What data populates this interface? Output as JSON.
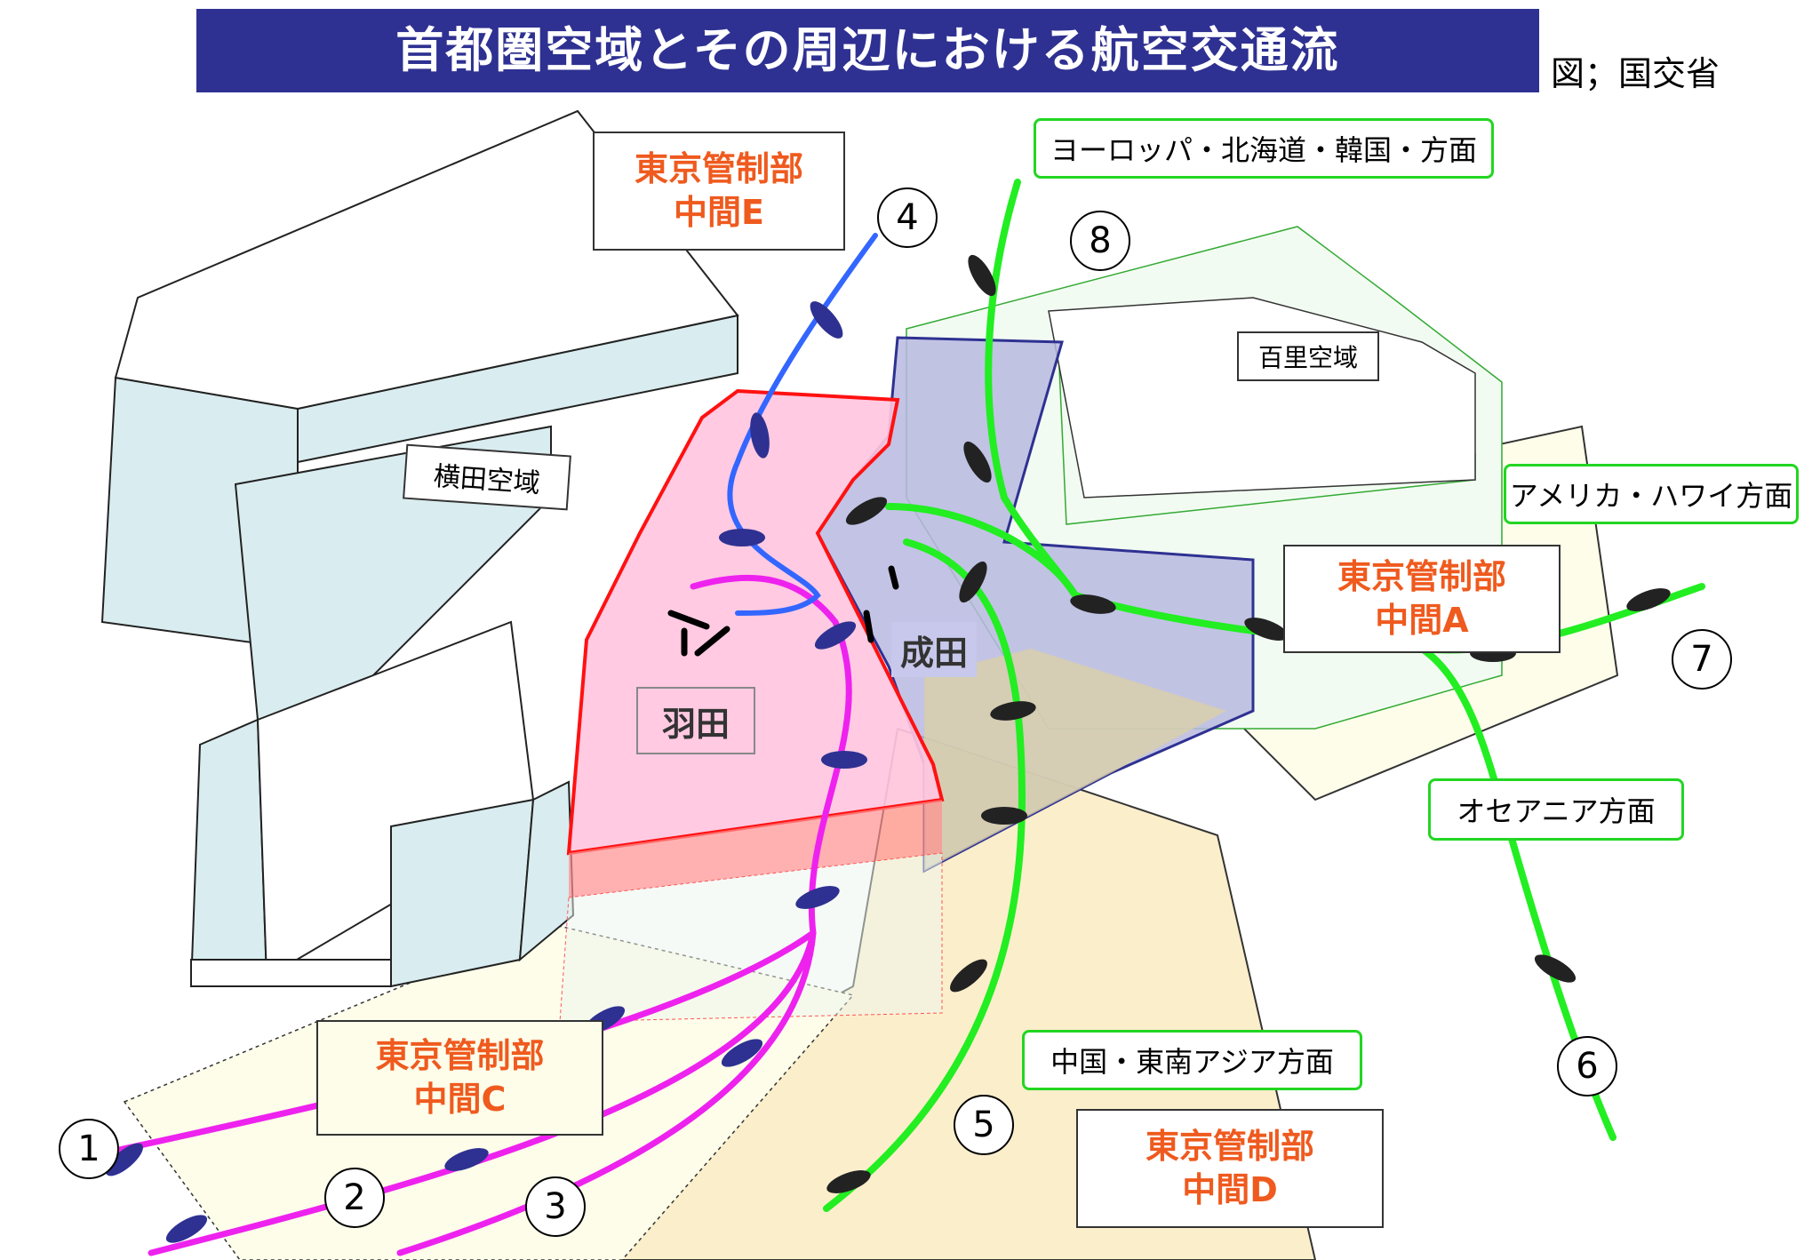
{
  "title": "首都圏空域とその周辺における航空交通流",
  "source": "図；国交省",
  "airspaces": {
    "yokota": "横田空域",
    "hyakuri": "百里空域"
  },
  "airports": {
    "haneda": "羽田",
    "narita": "成田"
  },
  "control_sectors": {
    "e": {
      "line1": "東京管制部",
      "line2": "中間E"
    },
    "a": {
      "line1": "東京管制部",
      "line2": "中間A"
    },
    "c": {
      "line1": "東京管制部",
      "line2": "中間C"
    },
    "d": {
      "line1": "東京管制部",
      "line2": "中間D"
    }
  },
  "directions": {
    "europe": "ヨーロッパ・北海道・韓国・方面",
    "america": "アメリカ・ハワイ方面",
    "oceania": "オセアニア方面",
    "asia": "中国・東南アジア方面"
  },
  "route_numbers": [
    "1",
    "2",
    "3",
    "4",
    "5",
    "6",
    "7",
    "8"
  ],
  "colors": {
    "title_bg": "#2e3191",
    "control_text": "#ef5a1e",
    "green_route": "#22ee22",
    "magenta_route": "#ee22ee",
    "blue_route": "#3366ff",
    "haneda_zone": "#ffc6e0",
    "narita_zone": "#b8b8e0"
  }
}
